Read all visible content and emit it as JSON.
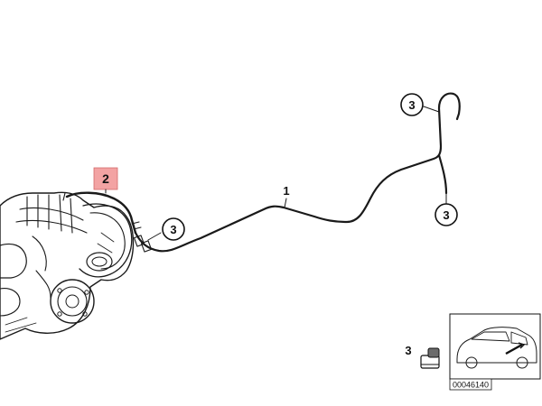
{
  "labels": {
    "part_line": "1",
    "part_hose_highlighted": "2",
    "clip_diff": "3",
    "clip_top": "3",
    "clip_right": "3",
    "legend_clip": "3"
  },
  "reference_number": "00046140",
  "colors": {
    "highlight": "#f3a3a3",
    "line": "#1a1a1a"
  }
}
